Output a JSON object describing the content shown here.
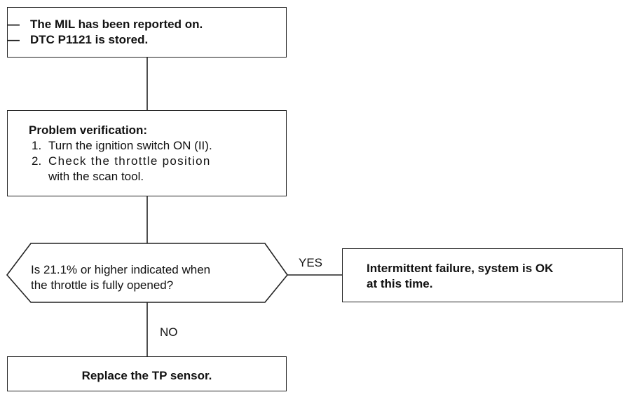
{
  "box_mil": {
    "lines": [
      "The MIL has been reported on.",
      "DTC P1121 is stored."
    ]
  },
  "box_verify": {
    "heading": "Problem verification:",
    "steps": [
      {
        "num": "1.",
        "text": "Turn the ignition switch ON (II)."
      },
      {
        "num": "2.",
        "text": "Check the throttle position",
        "cont": "with the scan tool."
      }
    ]
  },
  "decision": {
    "lines": [
      "Is 21.1% or higher indicated when",
      "the throttle is fully opened?"
    ]
  },
  "yes_label": "YES",
  "no_label": "NO",
  "box_ok": {
    "lines": [
      "Intermittent failure, system is OK",
      "at this time."
    ]
  },
  "box_replace": {
    "text": "Replace the TP sensor."
  }
}
